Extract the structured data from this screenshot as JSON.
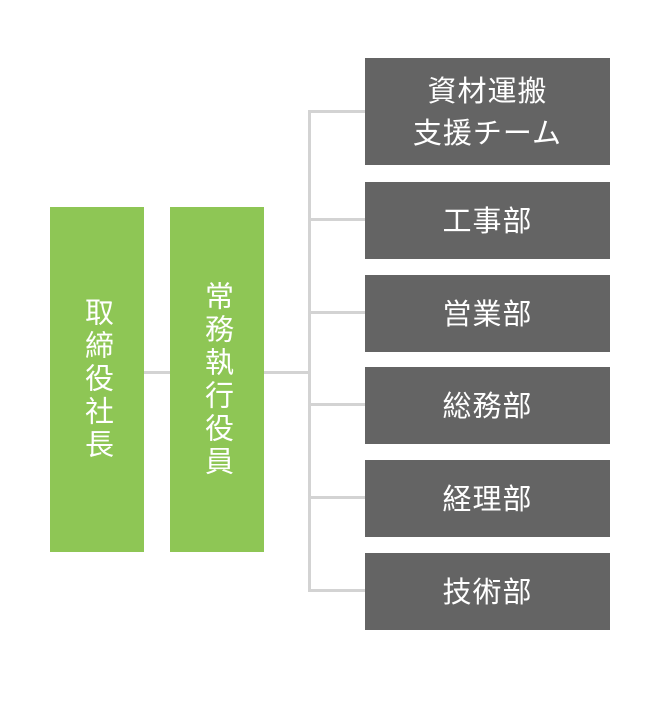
{
  "colors": {
    "executive_box": "#8ec655",
    "department_box": "#646464",
    "connector": "#d3d3d3",
    "text": "#ffffff"
  },
  "president": {
    "label": "取締役社長"
  },
  "managing_director": {
    "label": "常務執行役員"
  },
  "departments": [
    {
      "line1": "資材運搬",
      "line2": "支援チーム"
    },
    {
      "line1": "工事部"
    },
    {
      "line1": "営業部"
    },
    {
      "line1": "総務部"
    },
    {
      "line1": "経理部"
    },
    {
      "line1": "技術部"
    }
  ]
}
